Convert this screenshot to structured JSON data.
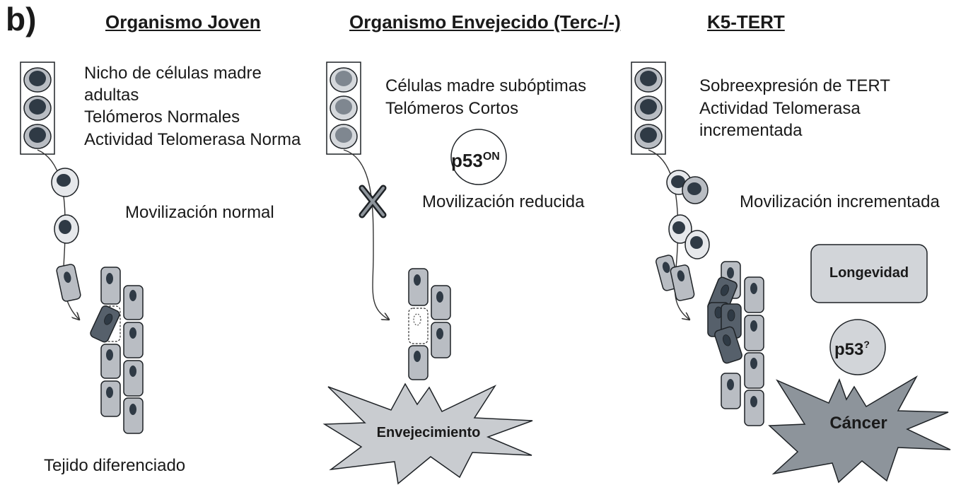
{
  "panel_label": "b)",
  "columns": {
    "young": {
      "title": "Organismo Joven",
      "niche_lines": [
        "Nicho de células madre",
        "adultas",
        "Telómeros Normales",
        "Actividad Telomerasa Norma"
      ],
      "mobilization": "Movilización normal",
      "tissue_label": "Tejido diferenciado"
    },
    "aged": {
      "title": "Organismo Envejecido (Terc-/-)",
      "niche_lines": [
        "Células madre subóptimas",
        "Telómeros Cortos"
      ],
      "p53_base": "p53",
      "p53_sup": "ON",
      "mobilization": "Movilización reducida",
      "outcome": "Envejecimiento"
    },
    "k5tert": {
      "title": "K5-TERT",
      "niche_lines": [
        "Sobreexpresión de TERT",
        "Actividad Telomerasa",
        "incrementada"
      ],
      "mobilization": "Movilización incrementada",
      "longevity": "Longevidad",
      "p53_base": "p53",
      "p53_sup": "?",
      "outcome": "Cáncer"
    }
  },
  "colors": {
    "nucleus": "#2f3a45",
    "cell_fill": "#b9bdc3",
    "cell_stroke": "#1e2226",
    "light_cell": "#e6e8eb",
    "dark_cell": "#56606b",
    "star_fill": "#c9ccd0",
    "dark_star": "#8d949b"
  }
}
